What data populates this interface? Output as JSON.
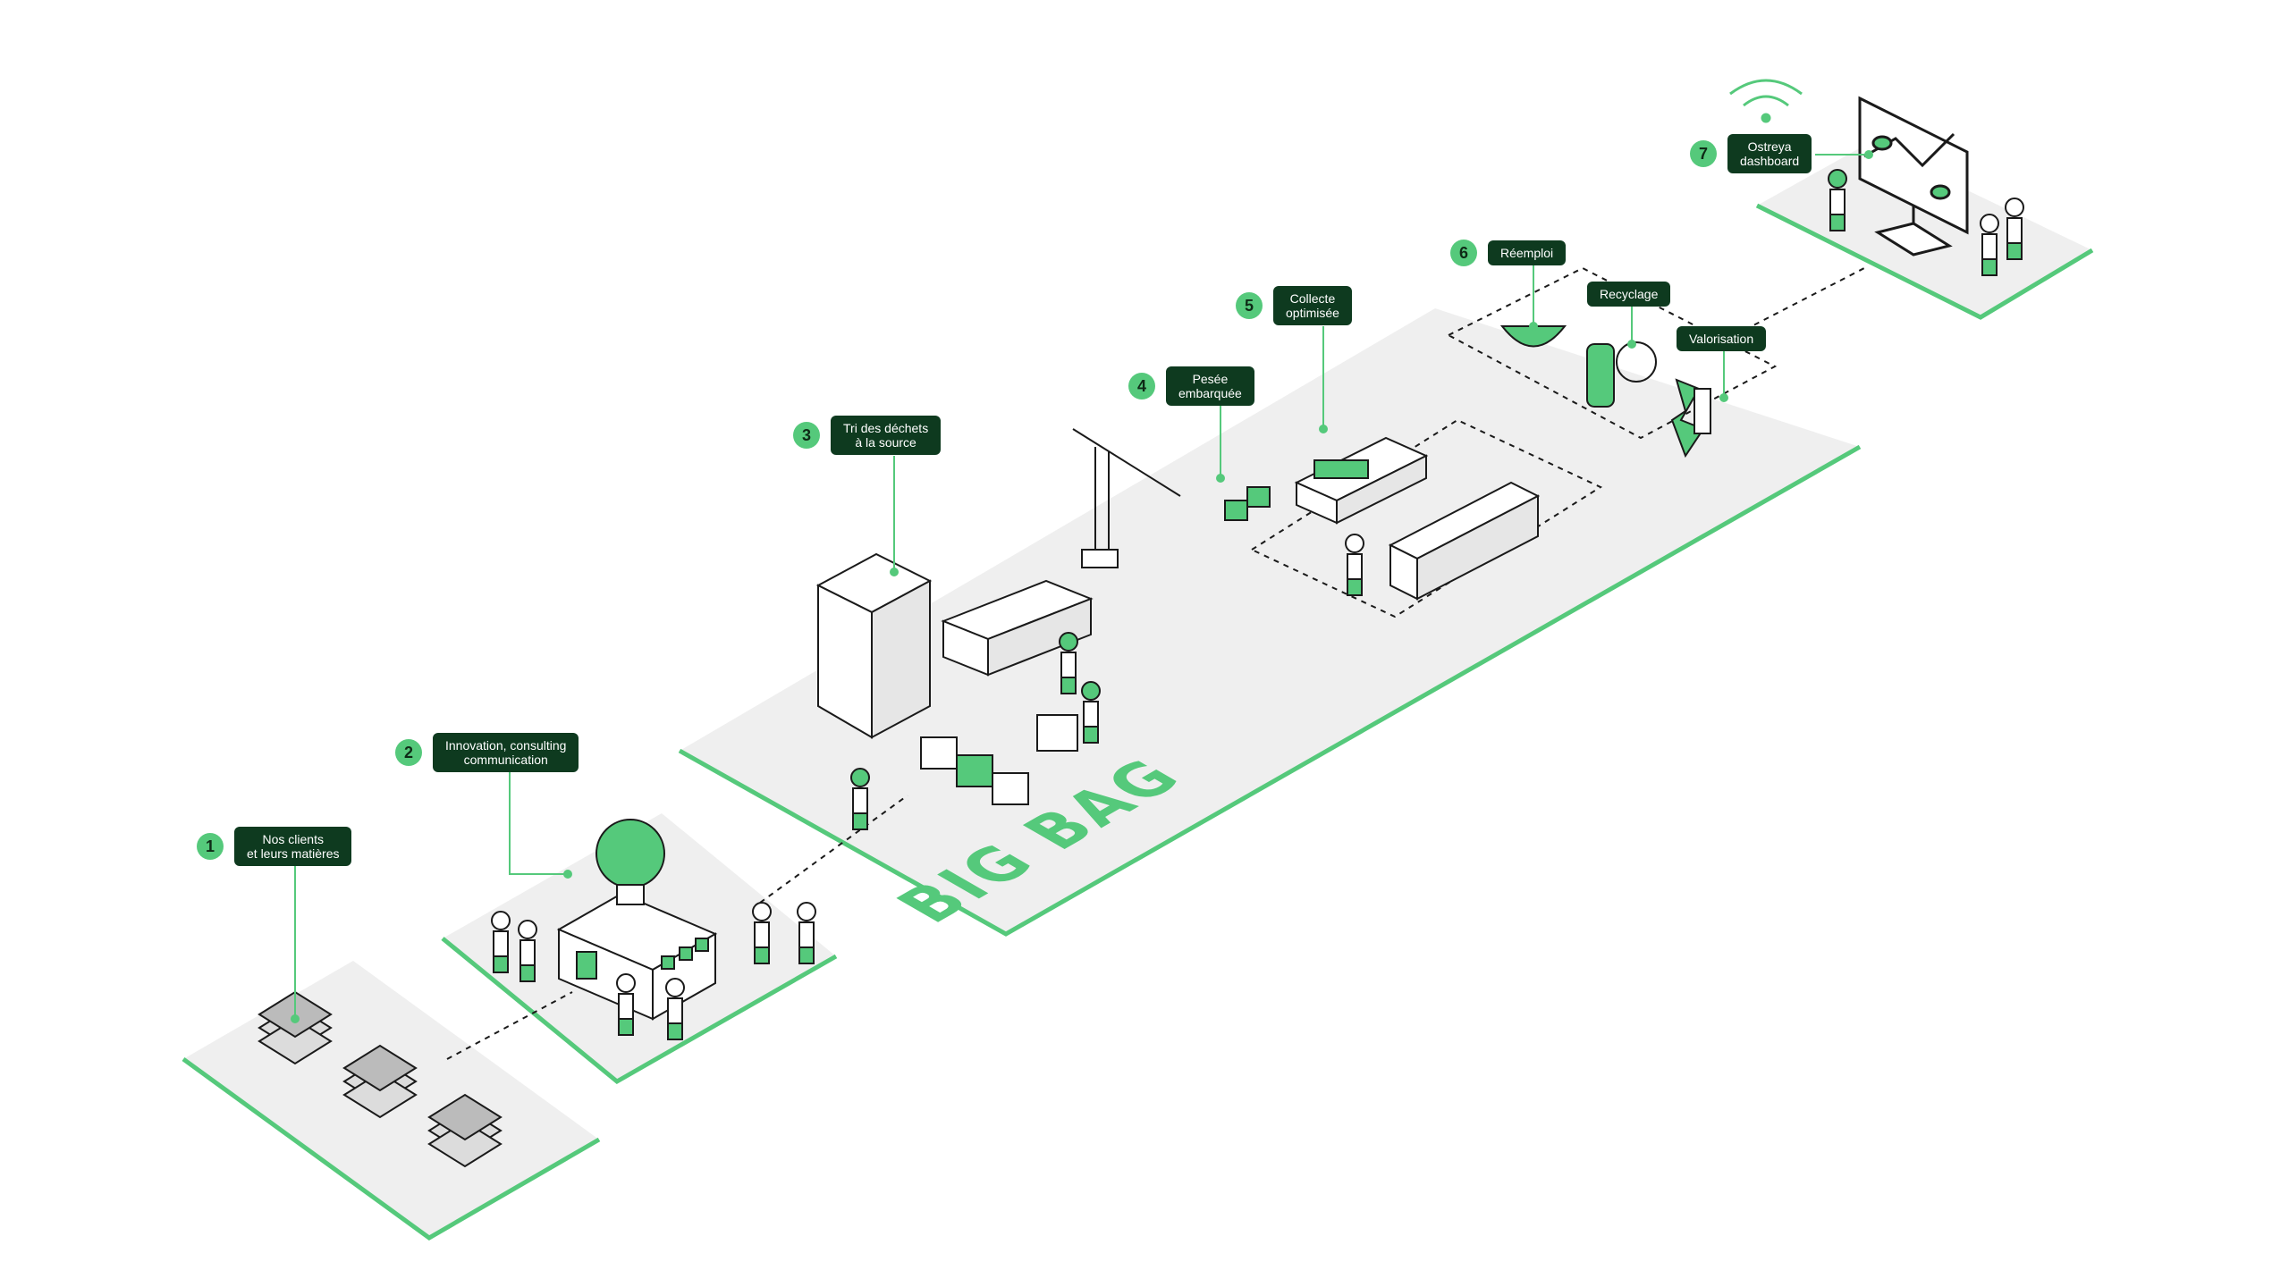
{
  "colors": {
    "accent": "#55c97b",
    "label_bg": "#0e3a1f",
    "platform": "#efefef",
    "ink": "#1a1a1a"
  },
  "steps": [
    {
      "num": "1",
      "line1": "Nos clients",
      "line2": "et leurs matières"
    },
    {
      "num": "2",
      "line1": "Innovation, consulting",
      "line2": "communication"
    },
    {
      "num": "3",
      "line1": "Tri des déchets",
      "line2": "à la source"
    },
    {
      "num": "4",
      "line1": "Pesée",
      "line2": "embarquée"
    },
    {
      "num": "5",
      "line1": "Collecte",
      "line2": "optimisée"
    },
    {
      "num": "6",
      "line1": "Réemploi",
      "line2": ""
    },
    {
      "num": "7",
      "line1": "Ostreya",
      "line2": "dashboard"
    }
  ],
  "sublabels": {
    "recycling": "Recyclage",
    "recovery": "Valorisation"
  },
  "brand": "BIG BAG"
}
